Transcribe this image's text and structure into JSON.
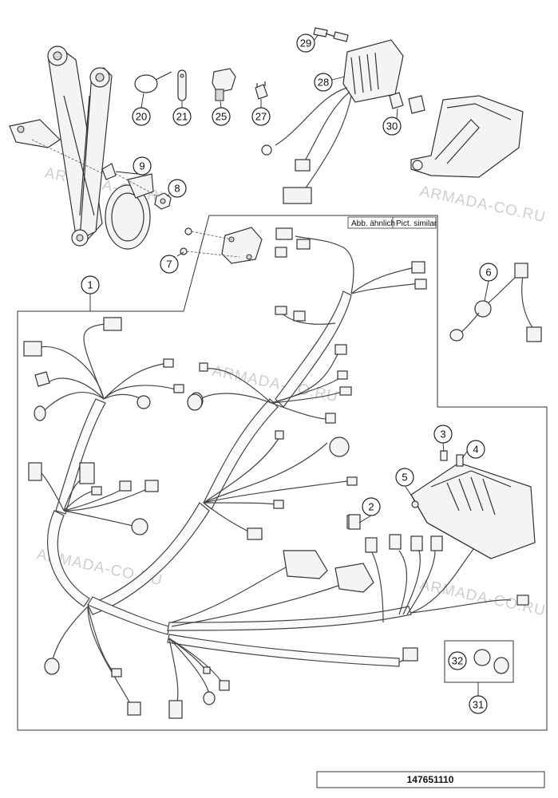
{
  "diagram": {
    "watermark": "ARMADA-CO.RU",
    "similar_note": {
      "de": "Abb. ähnlich",
      "en": "Pict. similar"
    },
    "part_number": "147651110",
    "callouts": [
      "1",
      "2",
      "3",
      "4",
      "5",
      "6",
      "7",
      "8",
      "9",
      "20",
      "21",
      "25",
      "27",
      "28",
      "29",
      "30",
      "31",
      "32"
    ]
  }
}
